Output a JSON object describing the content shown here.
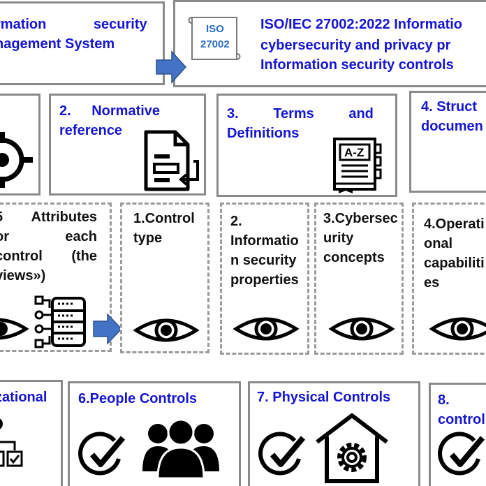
{
  "header": {
    "isms_line1": "rmation security",
    "isms_line2": "nagement System",
    "iso_badge": {
      "line1": "ISO",
      "line2": "27002"
    },
    "std_line1": "ISO/IEC 27002:2022 Informatio",
    "std_line2": "cybersecurity  and privacy pr",
    "std_line3": "Information  security controls"
  },
  "sections": {
    "s2_line1": "2.  Normative",
    "s2_line2": "reference",
    "s3_line1": "3.   Terms   and",
    "s3_line2": "Definitions",
    "s4_line1": "4.  Struct",
    "s4_line2": "documen",
    "az_label": "A-Z"
  },
  "attributes": {
    "lines": [
      "5  Attributes",
      "or   each",
      "control  (the",
      "views»)"
    ],
    "views": [
      {
        "lines": [
          "1.Control",
          "type"
        ]
      },
      {
        "lines": [
          "2.",
          "Informatio",
          "n  security",
          "properties"
        ]
      },
      {
        "lines": [
          "3.Cybersec",
          "urity",
          "concepts"
        ]
      },
      {
        "lines": [
          "4.Operati",
          "onal",
          "capabiliti",
          "es"
        ]
      }
    ]
  },
  "controls": {
    "c5_label": "zational",
    "c6_label": "6.People Controls",
    "c7_label": "7. Physical Controls",
    "c8_line1": "8.",
    "c8_line2": "control"
  },
  "colors": {
    "title_blue": "#1515d4",
    "arrow_blue": "#4472c4",
    "border_gray": "#8a8a8a"
  }
}
